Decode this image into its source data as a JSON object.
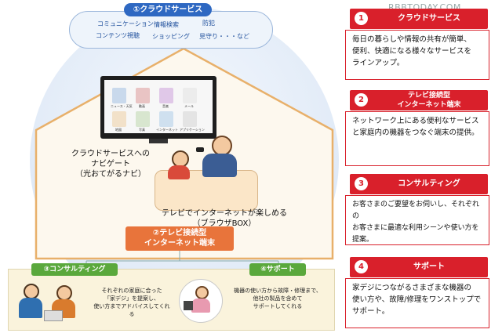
{
  "watermark": "RBBTODAY.COM",
  "cloud": {
    "title": "①クラウドサービス",
    "items": [
      "コミュニケーション",
      "情報検索",
      "防犯",
      "コンテンツ視聴",
      "ショッピング",
      "見守り・・・など"
    ]
  },
  "tv": {
    "tiles": [
      "ニュース・天気",
      "動画",
      "音楽",
      "メール",
      "地図",
      "写真",
      "インターネット",
      "アプリケーション"
    ]
  },
  "house": {
    "nav_text": "クラウドサービスへの\nナビゲート\n（光おてがるナビ）",
    "tvnet_text": "テレビでインターネットが楽しめる\n（ブラウザBOX）",
    "stb_label": "②テレビ接続型\nインターネット端末"
  },
  "ground": {
    "consult_label": "③コンサルティング",
    "consult_text": "それぞれの家庭に合った\n「家デジ」を提案し、\n使い方までアドバイスしてくれる",
    "support_label": "④サポート",
    "support_text": "機器の使い方から故障・修理まで、\n他社の製品を含めて\nサポートしてくれる"
  },
  "panels": [
    {
      "num": "1",
      "title": "クラウドサービス",
      "body": "毎日の暮らしや情報の共有が簡単、\n便利、快適になる様々なサービスを\nラインアップ。"
    },
    {
      "num": "2",
      "title": "テレビ接続型\nインターネット端末",
      "body": "ネットワーク上にある便利なサービス\nと家庭内の機器をつなぐ端末の提供。"
    },
    {
      "num": "3",
      "title": "コンサルティング",
      "body": "お客さまのご要望をお伺いし、それぞれの\nお客さまに最適な利用シーンや使い方を\n提案。"
    },
    {
      "num": "4",
      "title": "サポート",
      "body": "家デジにつながるさまざまな機器の\n使い方や、故障/修理をワンストップで\nサポート。"
    }
  ],
  "colors": {
    "red": "#d9202b",
    "blue": "#2e68c2",
    "orange": "#e8743b",
    "green": "#5aa83c"
  }
}
